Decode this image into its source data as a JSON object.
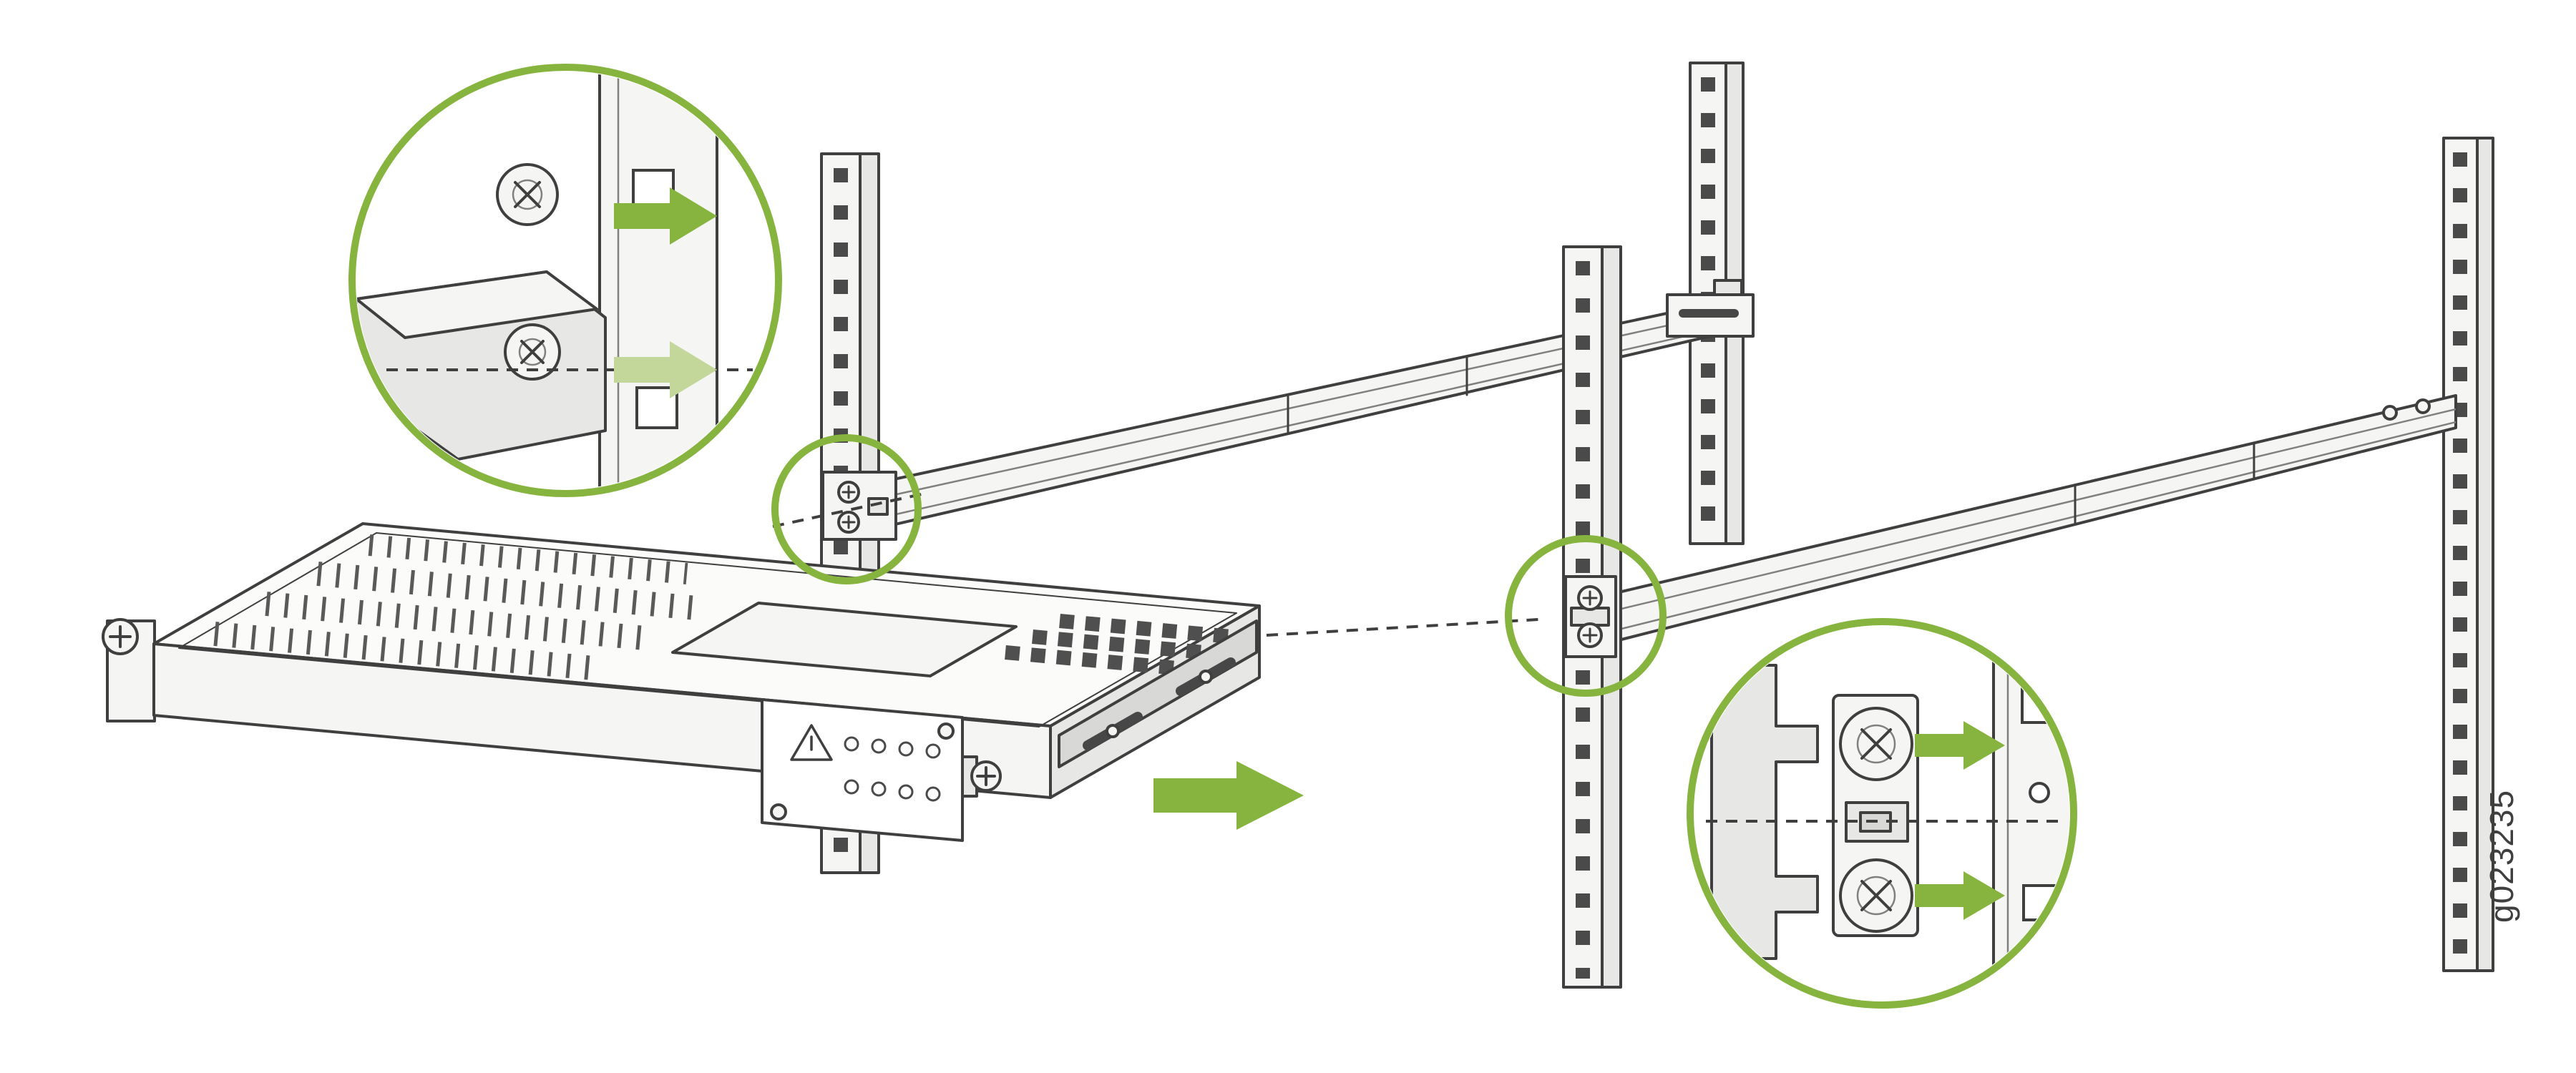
{
  "figure": {
    "id_label": "g023235"
  },
  "colors": {
    "accent_green": "#86B43F",
    "accent_green_light": "#C3D79B",
    "line": "#3F3F3F",
    "line_soft": "#808080",
    "fill_light": "#F5F5F3",
    "fill_mid": "#E7E7E5",
    "fill_dark": "#D8D8D6",
    "chassis_top": "#FBFBFA",
    "background": "#FFFFFF"
  },
  "icons": {
    "insertion_arrow": "right-arrow",
    "engagement_arrow_top": "right-arrow",
    "engagement_arrow_bottom": "right-arrow",
    "bracket_arrow_top": "right-arrow",
    "bracket_arrow_bottom": "right-arrow",
    "warning_icon": "triangle-exclamation",
    "screw_icon": "phillips-screw-head"
  },
  "diagram": {
    "type": "technical-illustration",
    "parts": [
      "rack-post-front-left",
      "rack-post-front-right",
      "rack-post-rear-left",
      "rack-post-rear-right",
      "slide-rail-left",
      "slide-rail-right",
      "chassis",
      "front-panel",
      "rail-front-bracket-left",
      "rail-front-bracket-right",
      "callout-rail-engagement",
      "callout-bracket-detail"
    ]
  }
}
